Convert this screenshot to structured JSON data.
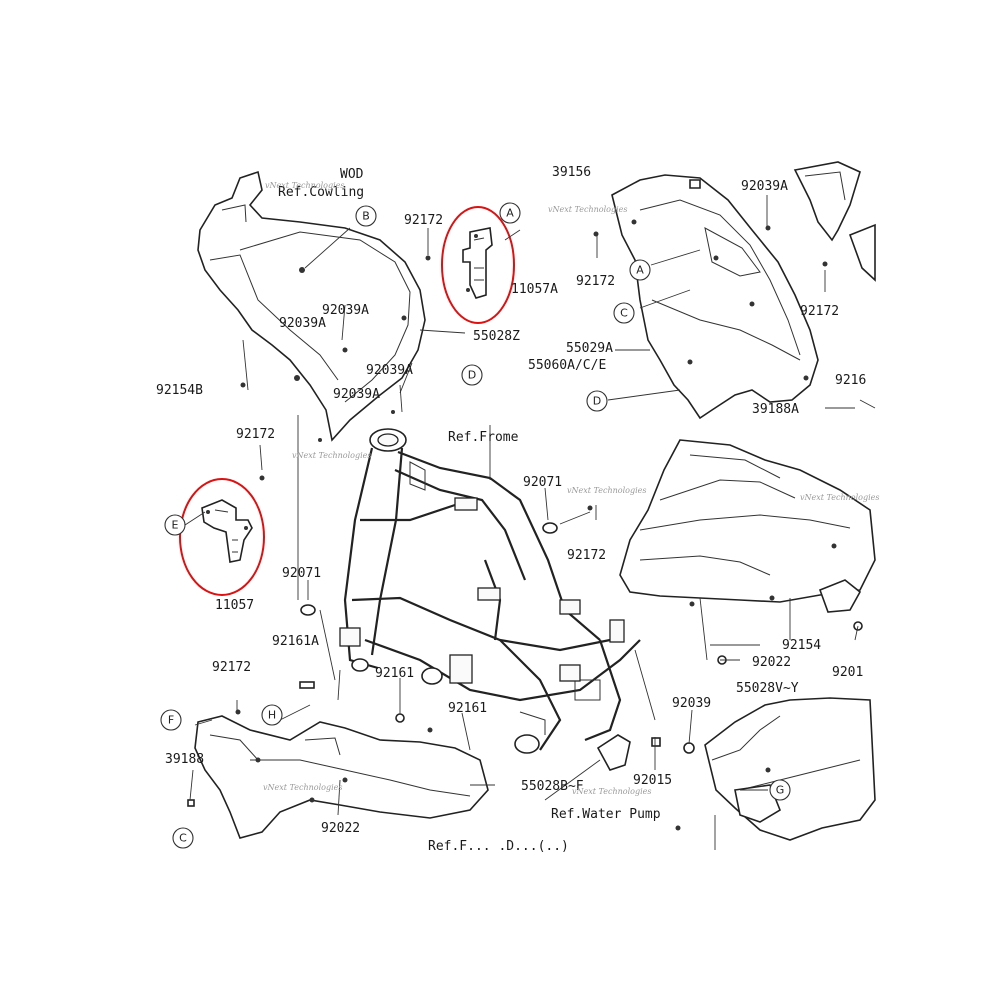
{
  "colors": {
    "line": "#222222",
    "highlight_circle": "#dd1111",
    "watermark": "#9a9a9a",
    "background": "#ffffff"
  },
  "callout_letters": [
    "A",
    "B",
    "C",
    "D",
    "E",
    "F",
    "G",
    "H"
  ],
  "part_numbers": {
    "p92172": "92172",
    "p11057A": "11057A",
    "p55028Z": "55028Z",
    "p92039A": "92039A",
    "p92154B": "92154B",
    "p11057": "11057",
    "p92071": "92071",
    "p92161A": "92161A",
    "p92161": "92161",
    "p39188": "39188",
    "p92022": "92022",
    "p55028BF": "55028B~F",
    "p39156": "39156",
    "p55029A": "55029A",
    "p55060ACE": "55060A/C/E",
    "p39188A": "39188A",
    "p92154": "92154",
    "p92039": "92039",
    "p92015": "92015",
    "p55028VY": "55028V~Y",
    "p9216": "9216",
    "p92015_cut": "9201"
  },
  "references": {
    "cowling": "Ref.Cowling",
    "cowling_top": "WOD",
    "frame": "Ref.Frome",
    "water_pump": "Ref.Water Pump",
    "bottom_cut": "Ref.F...  .D...(..)"
  },
  "watermark_text": "vNext Technologies",
  "highlights": [
    {
      "part": "11057A"
    },
    {
      "part": "11057"
    }
  ]
}
